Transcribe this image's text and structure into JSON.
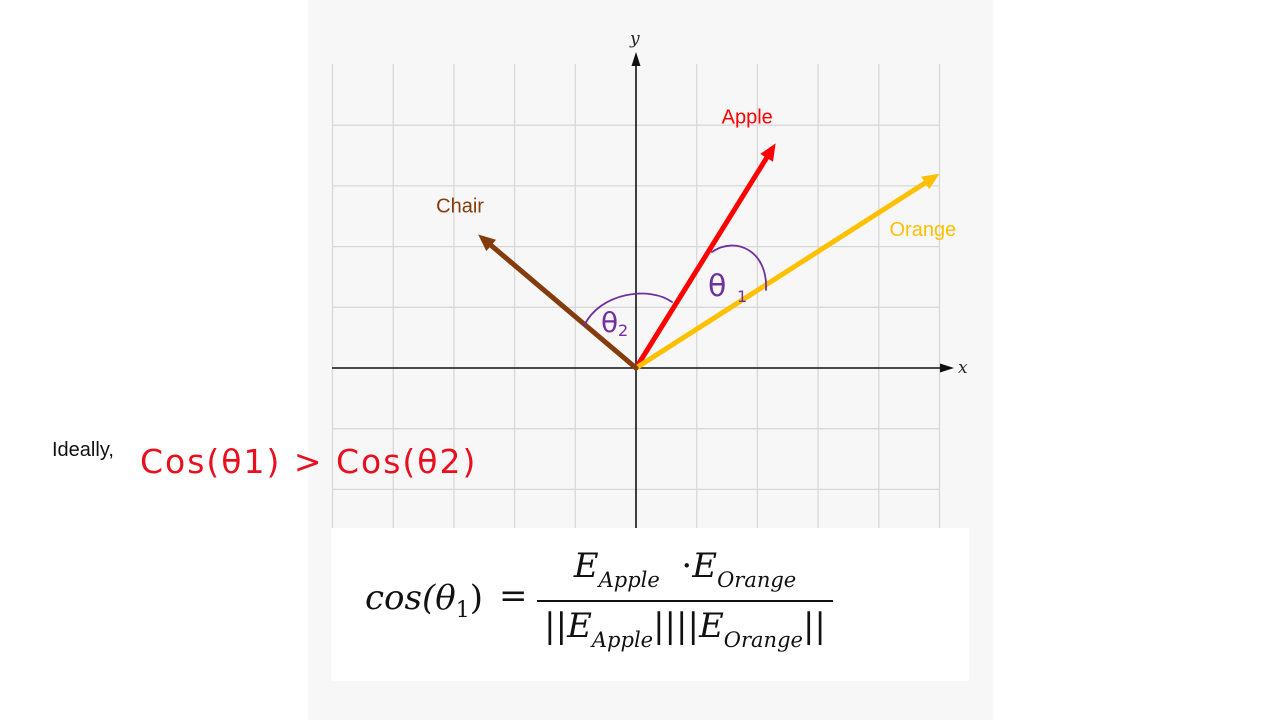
{
  "axes": {
    "x_label": "x",
    "y_label": "y"
  },
  "vectors": [
    {
      "name": "Apple",
      "color": "#ff0000",
      "x": 2.3,
      "y": 3.7
    },
    {
      "name": "Orange",
      "color": "#ffc000",
      "x": 5.0,
      "y": 3.2
    },
    {
      "name": "Chair",
      "color": "#843c0c",
      "x": -2.6,
      "y": 2.2
    }
  ],
  "angle_labels": {
    "theta1": {
      "glyph": "θ",
      "sub": "1"
    },
    "theta2": {
      "glyph": "θ",
      "sub": "2"
    }
  },
  "note": {
    "prefix": "Ideally,",
    "expression": "Cos(θ1) > Cos(θ2)",
    "color": "#e8101e"
  },
  "formula": {
    "lhs_func": "cos(",
    "lhs_theta": "θ",
    "lhs_sub": "1",
    "lhs_close": ")",
    "equals": "=",
    "numerator_e1": "E",
    "numerator_e1_sub": "Apple",
    "numerator_dot": "·",
    "numerator_e2": "E",
    "numerator_e2_sub": "Orange",
    "denominator_e1": "E",
    "denominator_e1_sub": "Apple",
    "denominator_e2": "E",
    "denominator_e2_sub": "Orange",
    "norm_bar": "||"
  }
}
